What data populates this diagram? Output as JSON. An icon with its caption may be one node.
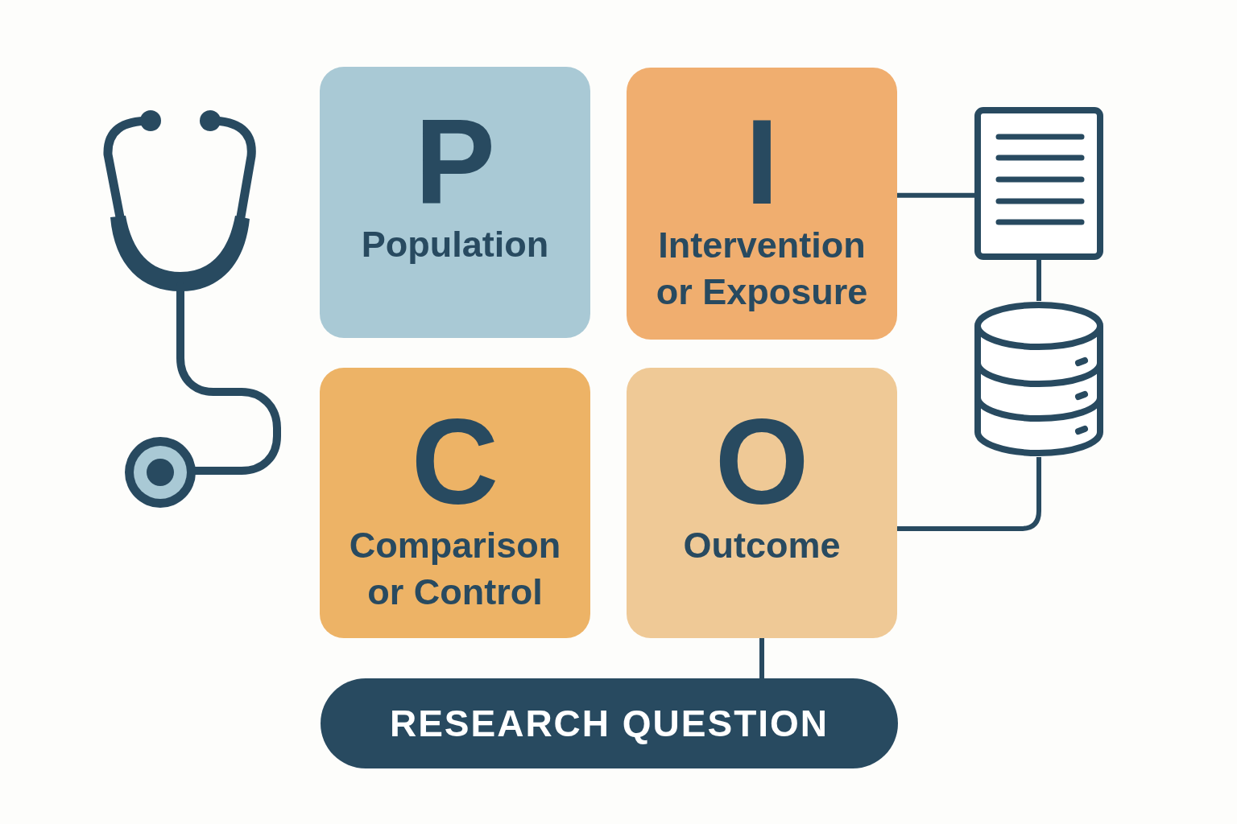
{
  "diagram": {
    "nodes": [
      {
        "text": [
          "P",
          "Population"
        ]
      },
      {
        "text": [
          "I",
          "Intervention or Exposure"
        ]
      },
      {
        "text": [
          "C",
          "Comparison or Control"
        ]
      },
      {
        "text": [
          "O",
          "Outcome"
        ]
      },
      {
        "text": [
          "RESEARCH QUESTION"
        ]
      },
      {
        "text": [],
        "shape": "picture"
      },
      {
        "text": [],
        "shape": "cylinder"
      }
    ],
    "edges": [
      {
        "from": 1,
        "to": 5,
        "arrow": "none"
      },
      {
        "from": 5,
        "to": 6,
        "arrow": "none"
      },
      {
        "from": 6,
        "to": 3,
        "arrow": "none"
      },
      {
        "from": 3,
        "to": 4,
        "arrow": "none"
      }
    ]
  }
}
